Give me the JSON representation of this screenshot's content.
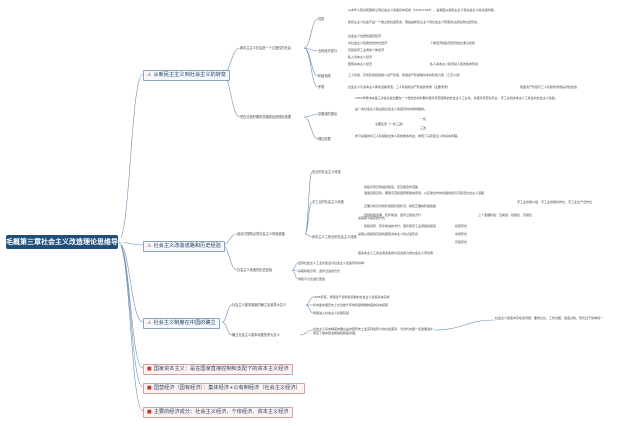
{
  "root": "毛概第三章社会主义改造理论思维导图",
  "branches": [
    {
      "label": "从新民主主义到社会主义的转变",
      "children": [
        {
          "label": "新民主主义社会是一个过渡性的社会",
          "children": [
            {
              "label": "性质",
              "notes": [
                "从中华人民共和国成立到社会主义改造基本完成（1949-1956），是我国从新民主主义到社会主义的过渡时期。",
                "新民主主义社会不是一个独立的社会形态，而是由新民主主义到社会主义转变的过渡性的社会形态。"
              ]
            },
            {
              "label": "五种经济成分",
              "notes": [
                "社会主义性质的国营经济",
                "半社会主义性质的合作社经济",
                "农民和手工业者的个体经济",
                "私人资本主义经济",
                "国家资本主义经济"
              ],
              "sidenotes": [
                "个体经济和私营经济的比重占优势",
                "私人资本主义和劳动人民的集体劳动"
              ]
            },
            {
              "label": "阶级构成",
              "notes": [
                "工人阶级、农民阶级和其他小资产阶级、民族资产阶级等基本的阶级力量（工农小资）"
              ]
            },
            {
              "label": "矛盾",
              "notes": [
                "社会主义与资本主义两条道路矛盾，工人阶级和资产阶级的矛盾（主要矛盾）"
              ],
              "sidenotes": [
                "我国资产阶级与工人阶级的矛盾是对抗性的"
              ]
            }
          ]
        },
        {
          "label": "党在过渡时期的总路线及其理论依据",
          "children": [
            {
              "label": "总路线的提出",
              "notes": [
                "1953年党中央第三次会议提出要在一个相当长的时期内逐步实现国家的社会主义工业化，并逐步实现对农业、手工业和资本主义工商业的社会主义改造。",
                "是一条社会主义建设和社会主义改造同时并举的路线。",
                "主要任务（一化三改）"
              ],
              "sidenotes": [
                "一化",
                "三改"
              ]
            },
            {
              "label": "理论依据",
              "notes": [
                "学习总路线中工人阶级和全体人民的根本利益，体现了马克思主义的基本原理。"
              ]
            }
          ]
        }
      ]
    },
    {
      "label": "社会主义改造道路和历史经验",
      "children": [
        {
          "label": "适合中国特点的社会主义改造道路",
          "children": [
            {
              "label": "农业的社会主义改造",
              "notes": [
                "积极引导农民组织起来，走互助合作道路",
                "遵循自愿互利、典型示范和国家帮助的原则，以互助合作的优越性吸引农民走社会主义道路",
                "正确分析农村的阶级和阶层状况，制定正确的阶级政策",
                "坚持积极发展、稳步前进、逐步过渡的方针"
              ],
              "sidenotes": [
                "三个发展阶段：互助组、初级社、高级社"
              ]
            },
            {
              "label": "手工业的社会主义改造",
              "notes": [
                "积极领导、稳步前进的方针，逐步把手工业者组织起来"
              ],
              "sidenotes": [
                "手工业供销小组、手工业供销合作社、手工业生产合作社"
              ]
            },
            {
              "label": "资本主义工商业的社会主义改造",
              "notes": [
                "采取和平赎买的方式",
                "采取从低级到高级的国家资本主义的过渡形式",
                "把资本主义工商业者改造成为自食其力的社会主义劳动者"
              ],
              "sidenotes": [
                "初级形式",
                "中级形式",
                "高级形式"
              ]
            }
          ]
        },
        {
          "label": "社会主义改造的历史经验",
          "children": [
            {
              "label": "坚持社会主义工业化建设与社会主义改造同时并举",
              "notes": []
            },
            {
              "label": "采取积极引导、逐步过渡的方式",
              "notes": []
            },
            {
              "label": "用和平方法进行改造",
              "notes": []
            }
          ]
        }
      ]
    },
    {
      "label": "社会主义制度在中国的确立",
      "children": [
        {
          "label": "社会主义基本制度的确立及其重大意义",
          "notes": [
            "1956年底，我国生产资料私有制的社会主义改造基本完成",
            "标志着中国历史上长达数千年的阶级剥削制度的基本结束",
            "我国进入社会主义初级阶段"
          ]
        },
        {
          "label": "确立社会主义基本制度的重大意义",
          "notes": [
            "社会主义基本制度的确立是中国历史上最深刻最伟大的社会变革，为当代中国一切发展进步奠定了根本政治前提和制度基础。",
            "社会主义改造中存在的问题：要求过急，工作过粗，改变过快，形式过于简单划一"
          ]
        }
      ]
    },
    {
      "label": "国家资本主义：是在国家直接控制和支配下的资本主义经济",
      "children": []
    },
    {
      "label": "国营经济（国有经济）：集体经济+公有制经济（社会主义经济）",
      "children": []
    },
    {
      "label": "主要的经济成分：社会主义经济、个体经济、资本主义经济",
      "children": []
    }
  ]
}
